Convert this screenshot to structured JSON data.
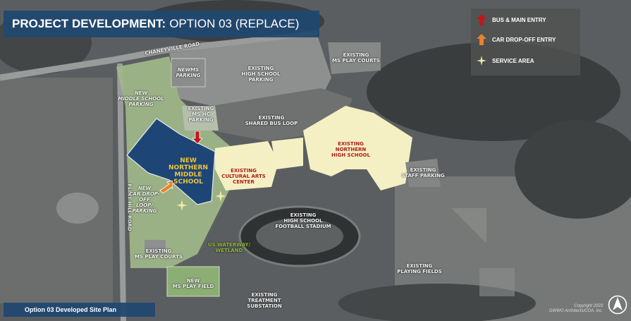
{
  "title": {
    "bold": "PROJECT DEVELOPMENT:",
    "normal": "OPTION 03 (REPLACE)"
  },
  "legend": {
    "items": [
      {
        "label": "BUS & MAIN ENTRY",
        "color": "#c0161c",
        "icon": "arrow-up-icon"
      },
      {
        "label": "CAR DROP-OFF ENTRY",
        "color": "#e8832a",
        "icon": "arrow-up-icon"
      },
      {
        "label": "SERVICE AREA",
        "color": "#f3eaa8",
        "icon": "star-icon"
      }
    ]
  },
  "roads": {
    "chaneyville": "CHANEYVILLE ROAD",
    "flint_hill": "FLINT HILL ROAD"
  },
  "labels": {
    "existing_ms_play_courts_top": "EXISTING\nMS PLAY COURTS",
    "newms_parking": "NEWMS\nPARKING",
    "existing_hs_parking": "EXISTING\nHIGH SCHOOL\nPARKING",
    "new_ms_parking": "NEW\nMIDDLE SCHOOL\nPARKING",
    "existing_ms_hc_parking": "EXISTING\nMS HC\nPARKING",
    "existing_shared_bus_loop": "EXISTING\nSHARED BUS LOOP",
    "new_northern_ms": "NEW\nNORTHERN\nMIDDLE\nSCHOOL",
    "existing_cultural_arts": "EXISTING\nCULTURAL ARTS\nCENTER",
    "existing_northern_hs": "EXISTING\nNORTHERN\nHIGH SCHOOL",
    "existing_staff_parking": "EXISTING\nSTAFF PARKING",
    "new_car_dropoff": "NEW\nCAR DROP-OFF\nLOOP/\nPARKING",
    "existing_hs_football": "EXISTING\nHIGH SCHOOL\nFOOTBALL STADIUM",
    "us_waterway": "US WATERWAY/\nWETLAND",
    "existing_ms_play_courts": "EXISTING\nMS PLAY COURTS",
    "existing_playing_fields": "EXISTING\nPLAYING FIELDS",
    "new_ms_play_field": "NEW\nMS PLAY FIELD",
    "existing_treatment_substation": "EXISTING\nTREATMENT\nSUBSTATION"
  },
  "caption": "Option 03 Developed Site Plan",
  "copyright": "Copyright 2023\nGWWO Architects/COA, Inc.",
  "colors": {
    "new_building": "#1d4677",
    "existing_building": "#f4f0c4",
    "new_site": "#9fb98a",
    "title_bar": "#214870",
    "bus_arrow": "#c0161c",
    "car_arrow": "#e8832a",
    "service_star": "#f3eaa8"
  }
}
